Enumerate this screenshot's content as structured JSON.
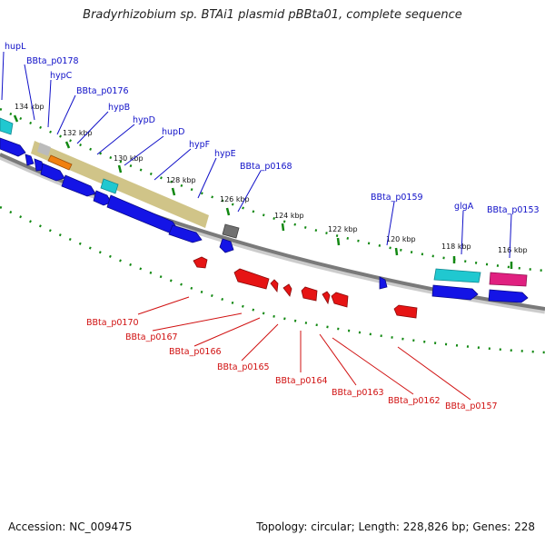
{
  "title": "Bradyrhizobium sp. BTAi1 plasmid pBBta01, complete sequence",
  "footer": {
    "accession": "Accession: NC_009475",
    "summary": "Topology: circular; Length: 228,826 bp; Genes: 228"
  },
  "ticks": [
    "134 kbp",
    "132 kbp",
    "130 kbp",
    "128 kbp",
    "126 kbp",
    "124 kbp",
    "122 kbp",
    "120 kbp",
    "118 kbp",
    "116 kbp"
  ],
  "top_labels": [
    "hupL",
    "BBta_p0178",
    "hypC",
    "BBta_p0176",
    "hypB",
    "hypD",
    "hupD",
    "hypF",
    "hypE",
    "BBta_p0168",
    "BBta_p0159",
    "glgA",
    "BBta_p0153"
  ],
  "bottom_labels": [
    "BBta_p0170",
    "BBta_p0167",
    "BBta_p0166",
    "BBta_p0165",
    "BBta_p0164",
    "BBta_p0163",
    "BBta_p0162",
    "BBta_p0157"
  ],
  "colors": {
    "forward_gene": "#1414e6",
    "reverse_gene": "#e61414",
    "backbone": "#8a8a8a",
    "gc_track": "#118811",
    "operon_band": "#c0b060",
    "cyan_gene": "#20c8d0",
    "magenta_gene": "#e02080",
    "orange_gene": "#f08010",
    "grey_gene": "#707070"
  }
}
